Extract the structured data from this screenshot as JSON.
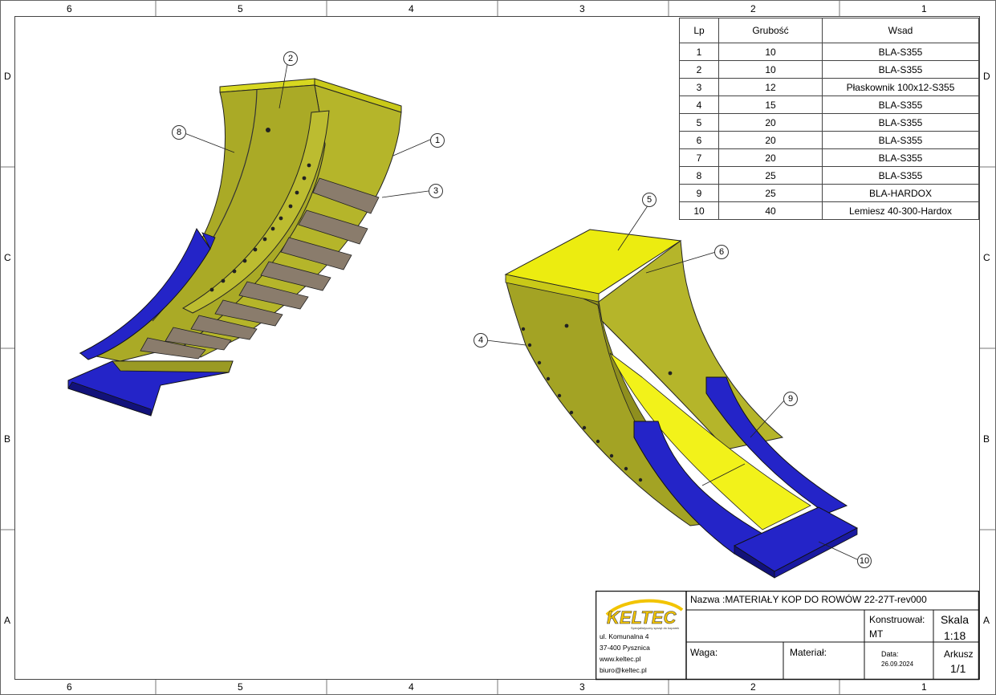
{
  "zones": {
    "columns": [
      "6",
      "5",
      "4",
      "3",
      "2",
      "1"
    ],
    "rows": [
      "D",
      "C",
      "B",
      "A"
    ]
  },
  "bom": {
    "headers": [
      "Lp",
      "Grubość",
      "Wsad"
    ],
    "rows": [
      [
        "1",
        "10",
        "BLA-S355"
      ],
      [
        "2",
        "10",
        "BLA-S355"
      ],
      [
        "3",
        "12",
        "Płaskownik 100x12-S355"
      ],
      [
        "4",
        "15",
        "BLA-S355"
      ],
      [
        "5",
        "20",
        "BLA-S355"
      ],
      [
        "6",
        "20",
        "BLA-S355"
      ],
      [
        "7",
        "20",
        "BLA-S355"
      ],
      [
        "8",
        "25",
        "BLA-S355"
      ],
      [
        "9",
        "25",
        "BLA-HARDOX"
      ],
      [
        "10",
        "40",
        "Lemiesz 40-300-Hardox"
      ]
    ]
  },
  "balloons": [
    "1",
    "2",
    "3",
    "4",
    "5",
    "6",
    "8",
    "9",
    "10"
  ],
  "title_block": {
    "name": "Nazwa :MATERIAŁY KOP DO ROWÓW 22-27T-rev000",
    "logo_text": "KELTEC",
    "logo_tagline": "Specjalistyczny sprzęt do koparek",
    "address_lines": [
      "ul. Komunalna 4",
      "37-400 Pysznica",
      "www.keltec.pl",
      "biuro@keltec.pl"
    ],
    "konstruowal_label": "Konstruował:",
    "konstruowal_value": "MT",
    "skala_label": "Skala",
    "skala_value": "1:18",
    "waga_label": "Waga:",
    "material_label": "Materiał:",
    "data_label": "Data:",
    "data_value": "26.09.2024",
    "arkusz_label": "Arkusz",
    "arkusz_value": "1/1"
  },
  "colors": {
    "olive": "#b5b52a",
    "olive_dark": "#8f8f1e",
    "yellow": "#ecec10",
    "blue": "#2424c8",
    "blue_dark": "#12127a",
    "wear_plate": "#8a7c6c",
    "logo_yellow": "#f2c400"
  }
}
